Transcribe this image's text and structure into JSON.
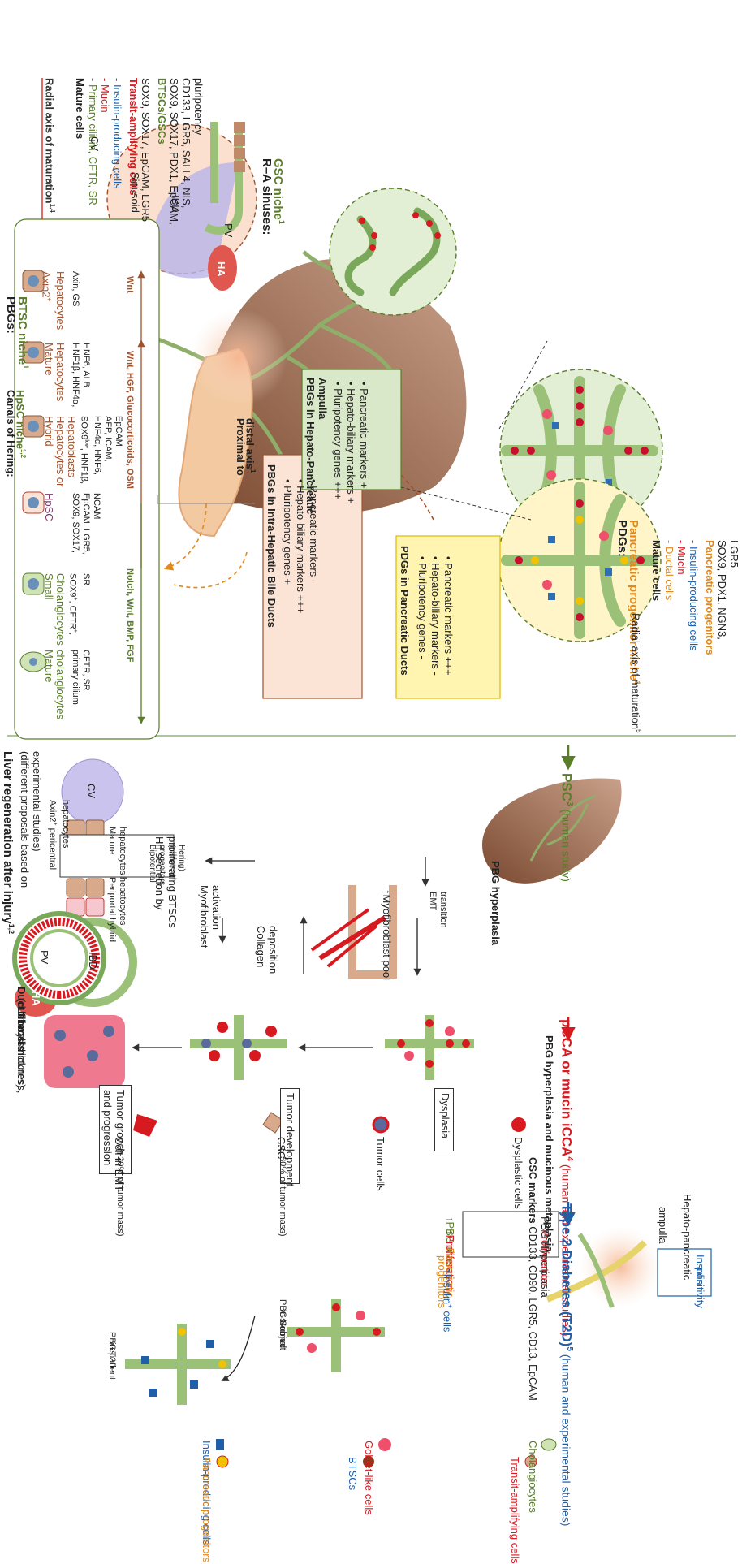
{
  "colors": {
    "liver": "#8b5a3c",
    "pv": "#a9a9e6",
    "ha": "#e0574f",
    "cholangio": "#9bc178",
    "red": "#d71920",
    "green": "#5a7d2a",
    "blue": "#1f5fa8",
    "orange": "#e08a1e",
    "brown": "#a0522d",
    "tanbox": "#fbe4d5",
    "greenbox": "#d9e8c8",
    "yellowbox": "#fff5b0"
  },
  "top": {
    "ra": {
      "title": "R–A sinuses:",
      "sub": "GSC niche",
      "sup": "1",
      "axis": "Radial axis of maturation",
      "axis_sup": "1,4",
      "mature": "Mature cells",
      "m1": "- Primary cilium, CFTR, SR",
      "m2": "- Mucin",
      "m3": "- Insulin-producing cells",
      "ta": "Transit-amplifying cells",
      "ta_markers": "SOX9, SOX17, EpCAM, LGR5",
      "btsc": "BTSCs/GSCs",
      "b1": "SOX9, SOX17, PDX1, EpCAM,",
      "b2": "CD133, LGR5, SALL4, NIS,",
      "b3": "pluripotency"
    },
    "pbg": {
      "title": "PBGs:",
      "sub": "BTSC niche",
      "sup": "1"
    },
    "cv": "CV",
    "sinusoid": "Sinusoid",
    "ibd": "IBD",
    "pv": "PV",
    "ha": "HA",
    "hering": {
      "title": "Canals of Hering:",
      "sub": "HpSC niche",
      "sup": "1,2"
    },
    "proximal": {
      "l1": "Proximal to",
      "l2": "distal axis",
      "sup": "1"
    },
    "ihbd": {
      "title": "PBGs in Intra-Hepatic Bile Ducts",
      "items": [
        "Pluripotency genes +",
        "Hepato-biliary markers +++",
        "Pancreatic markers -"
      ]
    },
    "hpa": {
      "title1": "PBGs in Hepato-Pancreatic",
      "title2": "Ampulla",
      "items": [
        "Pluripotency genes +++",
        "Hepato-biliary markers +",
        "Pancreatic markers +"
      ]
    },
    "pdgbox": {
      "title": "PDGs in Pancreatic Ducts",
      "items": [
        "Pluripotency genes -",
        "Hepato-biliary markers -",
        "Pancreatic markers +++"
      ]
    },
    "pdgs": {
      "title": "PDGs:",
      "sub": "Pancreatic progenitor niche",
      "sup": "1",
      "mature": "Mature cells",
      "m1": "- Ductal cells",
      "m2": "- Mucin",
      "m3": "- Insulin-producing cells",
      "pp": "Pancreatic progenitors",
      "pp1": "SOX9, PDX1, NGN3,",
      "pp2": "LGR5",
      "axis": "Radial axis of maturation",
      "axis_sup": "5"
    },
    "lineage": {
      "cells": [
        {
          "l1": "Axin2",
          "sup": "+",
          "l2": "Hepatocytes",
          "markers": [
            "Axin, GS"
          ]
        },
        {
          "l1": "Mature",
          "sup": "",
          "l2": "Hepatocytes",
          "markers": [
            "HNF1β, HNF4α,",
            "HNF6, ALB"
          ]
        },
        {
          "l1": "Hybrid",
          "sup": "",
          "l2": "Hepatocytes or",
          "l3": "Hepatoblasts",
          "markers": [
            "SOX9",
            "low",
            ", HNF1β,",
            "HNF4α, HNF6,",
            "AFP, ICAM,",
            "EpCAM"
          ]
        },
        {
          "l1": "HpSC",
          "sup": "",
          "l2": "",
          "markers": [
            "SOX9, SOX17,",
            "EpCAM, LGR5,",
            "NCAM"
          ]
        },
        {
          "l1": "Small",
          "sup": "",
          "l2": "Cholangiocytes",
          "markers": [
            "SOX9",
            "+",
            ", CFTR",
            "+",
            ",",
            "SR"
          ]
        },
        {
          "l1": "Mature",
          "sup": "",
          "l2": "cholangiocytes",
          "markers": [
            "primary cilium",
            "CFTR, SR"
          ]
        }
      ],
      "left_signal": "Wnt",
      "mid_signal": "Wnt, HGF, Glucocorticoids, OSM",
      "right_signal": "Notch, Wnt, BMP, FGF"
    }
  },
  "bottom": {
    "regen": {
      "title": "Liver regeneration after injury",
      "sup": "1,2",
      "sub1": "(different proposals based on",
      "sub2": "experimental studies)",
      "cv": "CV",
      "axin": "Axin2",
      "axin_sup": "+",
      "axin2": " pericentral",
      "axin3": "hepatocytes",
      "mature1": "Mature",
      "mature2": "hepatocytes",
      "peri1": "Periportal hybrid",
      "peri2": "hepatocytes",
      "bip1": "Bipotential",
      "bip2": "progenitors",
      "bip3": "(canals of",
      "bip4": "Hering)",
      "ibd": "IBD",
      "pv": "PV",
      "ha": "HA"
    },
    "psc": {
      "title": "PSC",
      "sup": "3",
      "note": " (human study)",
      "hyper": "PBG hyperplasia",
      "emt1": "EMT",
      "emt2": "transition",
      "myo": "↑Myofibroblast pool",
      "hh1": "Hh secretion by",
      "hh2": "proliferating BTSCs",
      "act1": "Myofibroblast",
      "act2": "activation",
      "coll1": "Collagen",
      "coll2": "deposition",
      "fib": "Duct fibrosis",
      "fib1": "(duct wall thickness,",
      "fib2": "biliary strictures)"
    },
    "cca": {
      "title": "pCCA or mucin iCCA",
      "sup": "4",
      "note": " (human and experimental studies)",
      "sub": "PBG hyperplasia and mucinous metaplasia",
      "dys": "Dysplasia",
      "tumor": "Tumor development",
      "growth1": "Tumor growth",
      "growth2": "and progression",
      "lg_dys": "Dysplastic cells",
      "lg_tumor": "Tumor cells",
      "lg_csc": "CSC",
      "lg_csc2": "(~30% of tumor mass)",
      "lg_emt": "Cell in EMT",
      "lg_emt2": "(~20% of tumor mass)",
      "csc_markers_label": "CSC markers",
      "csc_markers": " CD133, CD90, LGR5, CD13, EpCAM"
    },
    "t2d": {
      "title": "Type 2 Diabetes (T2D)",
      "sup": "5",
      "note": " (human and experimental studies)",
      "ampulla1": "Hepato-pancreatic",
      "ampulla2": "ampulla",
      "box1": "PBG Hyperplasia",
      "box2": "Proliferation",
      "ins1": "Insulin",
      "ins2": "positivity",
      "e1": "↑PBG mass",
      "e2": "↑Proliferation",
      "e3": "↑Pancreatic",
      "e3b": "progenitors",
      "e4": "↑Insulin",
      "e4sup": "+",
      "e4b": " cells",
      "normal1": "PBGs",
      "normal2": "in Normal",
      "normal3": "Subject",
      "t2d1": "PBGs",
      "t2d2": "in T2D",
      "t2d3": "patient",
      "lg": [
        "Cholangiocytes",
        "Goblet-like cells",
        "Insulin-producing cells",
        "Transit-amplifying cells",
        "BTSCs",
        "Pancreatic progenitors"
      ]
    }
  }
}
